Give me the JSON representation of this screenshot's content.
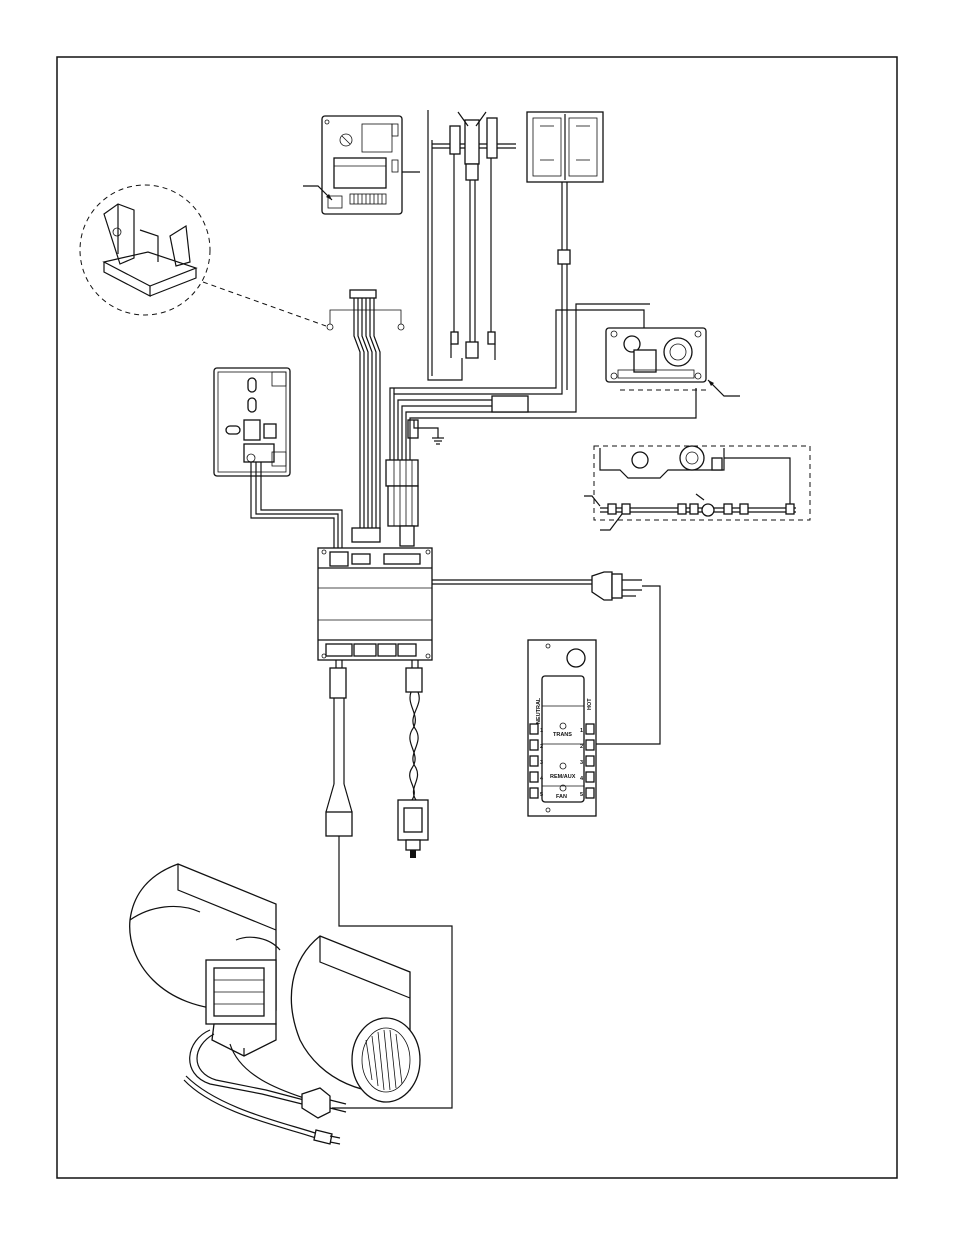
{
  "terminal_labels": {
    "neutral": "NEUTRAL",
    "hot": "HOT",
    "trans": "TRANS",
    "remaux": "REM/AUX",
    "fan": "FAN",
    "pin_numbers": [
      "1",
      "2",
      "3",
      "4",
      "5"
    ]
  },
  "colors": {
    "line": "#111111",
    "background": "#ffffff"
  },
  "icons": [
    "ground-icon",
    "power-plug-icon",
    "dashed-circle-callout",
    "leader-arrow-icon"
  ]
}
